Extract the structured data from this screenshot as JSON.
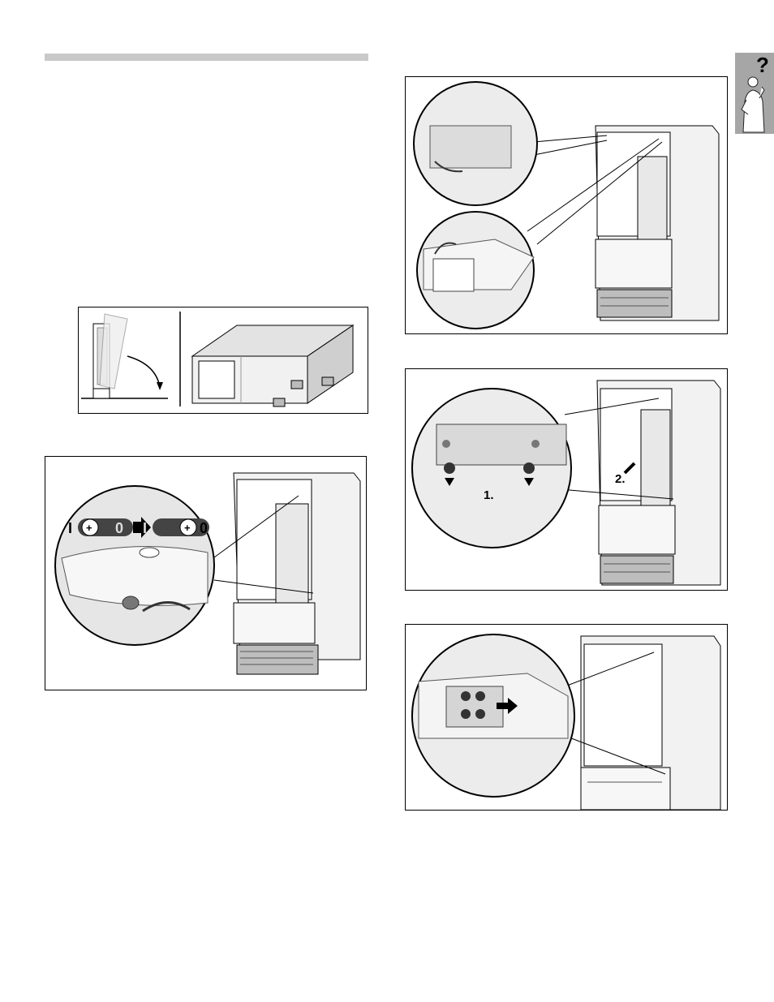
{
  "help_tab": {
    "symbol": "?"
  },
  "fig_lock": {
    "position_left": "I",
    "position_right": "0"
  },
  "fig_hinge": {
    "step1": "1.",
    "step2": "2."
  }
}
